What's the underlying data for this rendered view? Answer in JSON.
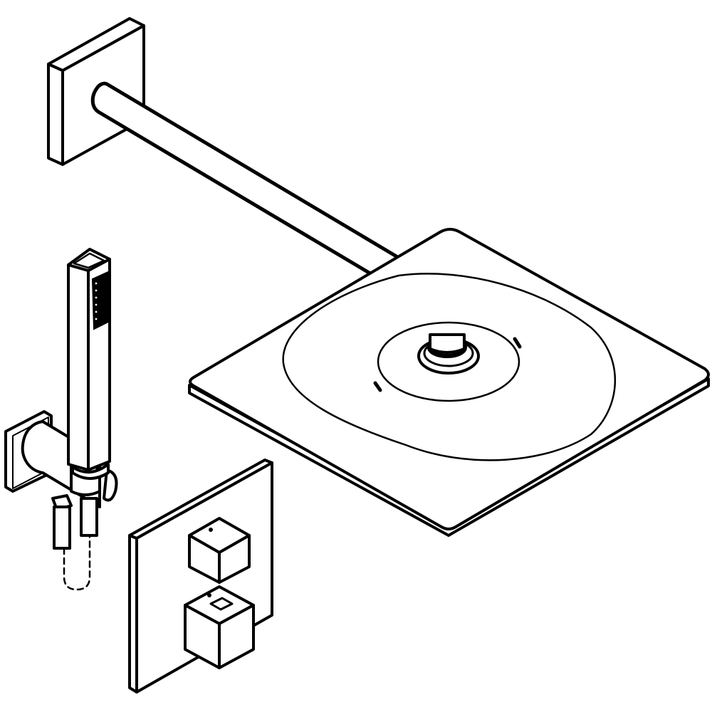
{
  "diagram": {
    "type": "product line drawing",
    "style": "isometric black outline on white",
    "colors": {
      "background": "#ffffff",
      "line": "#000000"
    },
    "components": [
      {
        "id": "wall-flange",
        "label": "Wall flange (square)"
      },
      {
        "id": "shower-arm",
        "label": "Shower arm"
      },
      {
        "id": "head-shower",
        "label": "Square head shower"
      },
      {
        "id": "hand-shower",
        "label": "Stick hand shower"
      },
      {
        "id": "wall-outlet-holder",
        "label": "Wall outlet elbow with holder"
      },
      {
        "id": "shower-hose",
        "label": "Shower hose (dashed)"
      },
      {
        "id": "thermostat-trim",
        "label": "Thermostat trim plate with two cube handles"
      }
    ]
  }
}
